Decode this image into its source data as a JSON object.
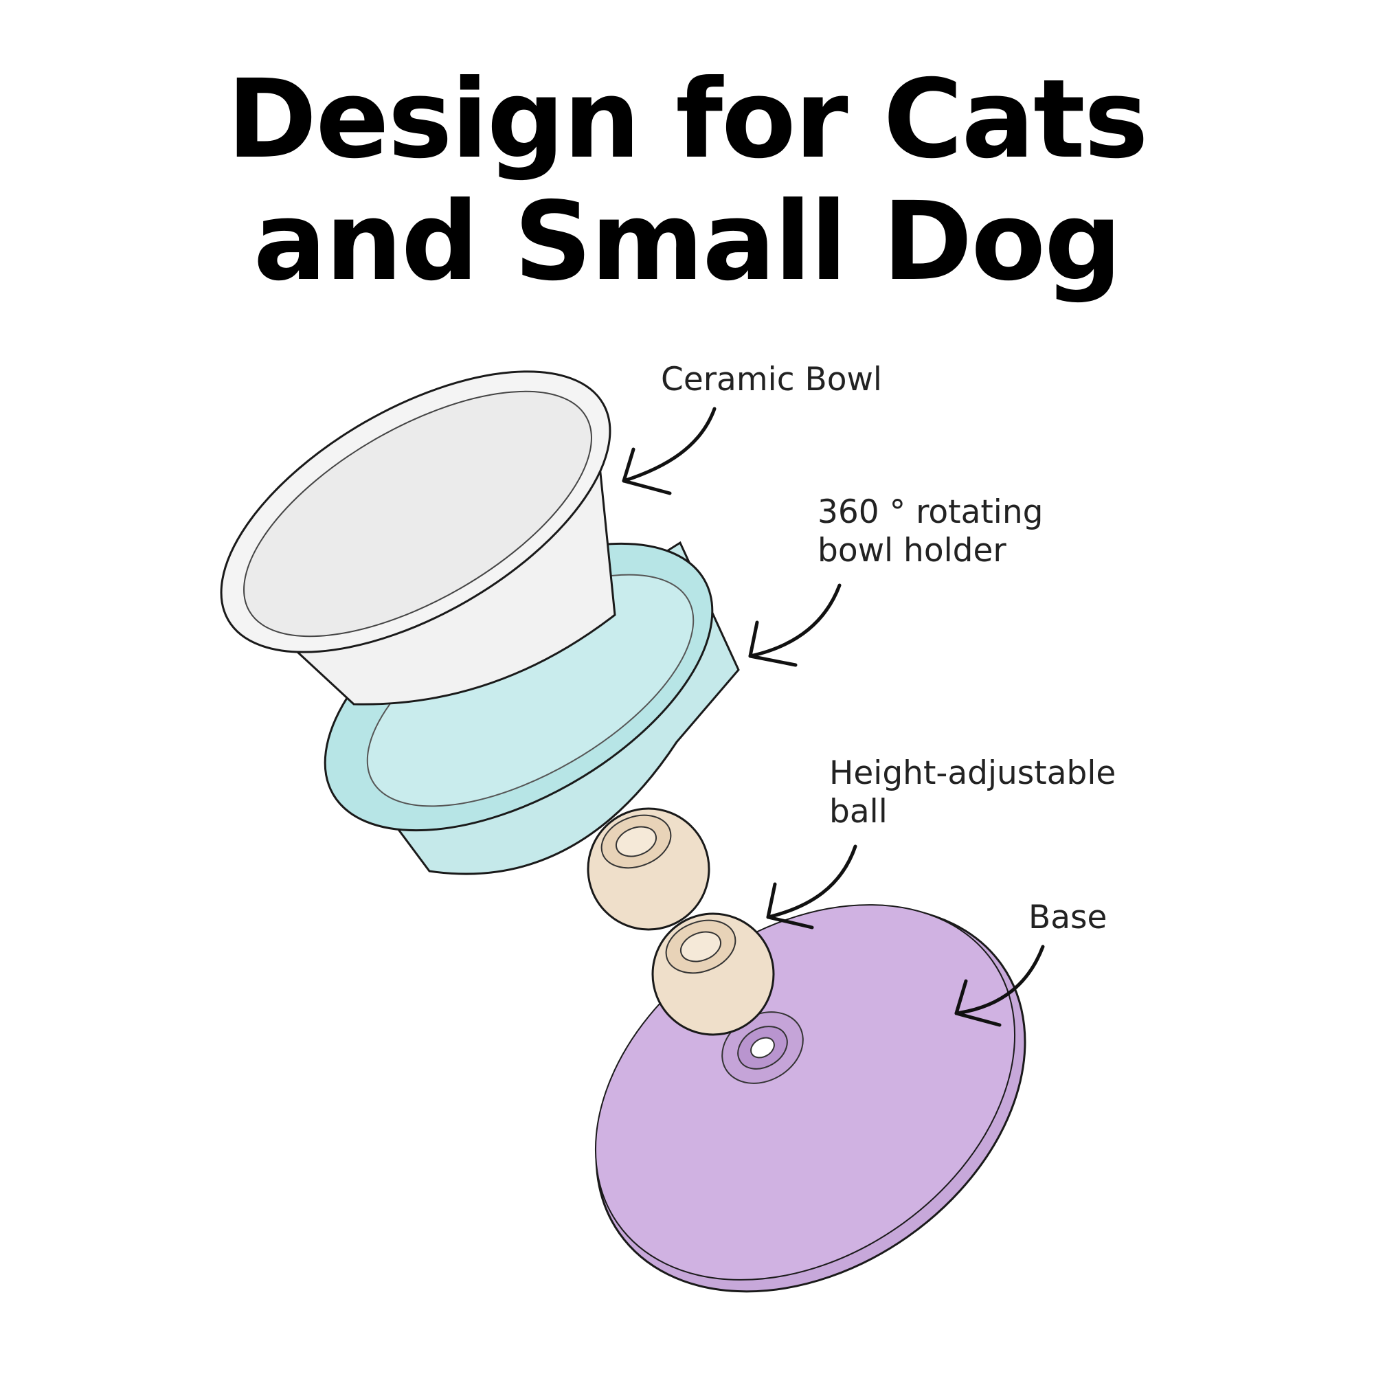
{
  "title": {
    "line1": "Design for Cats",
    "line2": "and Small Dog"
  },
  "labels": {
    "ceramic_bowl": "Ceramic Bowl",
    "bowl_holder_line1": "360 ° rotating",
    "bowl_holder_line2": "bowl holder",
    "ball_line1": "Height-adjustable",
    "ball_line2": "ball",
    "base": "Base"
  },
  "colors": {
    "bowl": "#f2f2f2",
    "holder": "#bfe7e7",
    "ball": "#efdfca",
    "base": "#d0b2e2",
    "outline": "#1a1a1a"
  }
}
